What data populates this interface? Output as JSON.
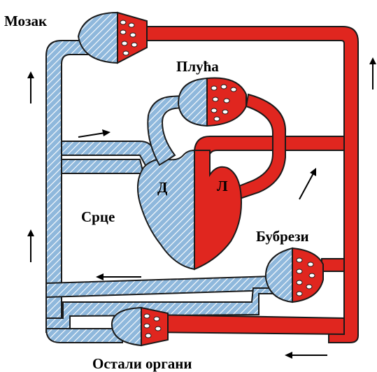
{
  "labels": {
    "brain": "Мозак",
    "lungs": "Плућа",
    "heart": "Срце",
    "right_side": "Д",
    "left_side": "Л",
    "kidneys": "Бубрези",
    "other_organs": "Остали органи"
  },
  "colors": {
    "venous": "#8fb8dc",
    "arterial": "#e0261f",
    "outline": "#1a1a1a",
    "arrow": "#000000",
    "background": "#ffffff"
  },
  "flow_arrows": [
    {
      "direction": "up"
    },
    {
      "direction": "up"
    },
    {
      "direction": "right"
    },
    {
      "direction": "left"
    },
    {
      "direction": "left"
    },
    {
      "direction": "up-right"
    },
    {
      "direction": "up"
    }
  ]
}
